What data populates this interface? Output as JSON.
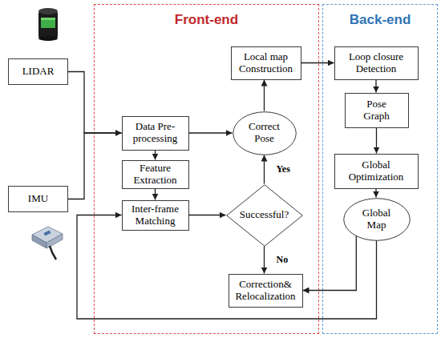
{
  "diagram": {
    "nodes": [
      {
        "text": [
          "LIDAR"
        ]
      },
      {
        "text": [
          "IMU"
        ]
      },
      {
        "text": [
          "Front-end"
        ]
      },
      {
        "text": [
          "Data Pre-processing"
        ],
        "in": 2
      },
      {
        "text": [
          "Feature Extraction"
        ],
        "in": 2
      },
      {
        "text": [
          "Inter-frame Matching"
        ],
        "in": 2
      },
      {
        "text": [
          "Local map Construction"
        ],
        "in": 2
      },
      {
        "text": [
          "Correct Pose"
        ],
        "in": 2
      },
      {
        "text": [
          "Successful?"
        ],
        "in": 2
      },
      {
        "text": [
          "Correction& Relocalization"
        ],
        "in": 2
      },
      {
        "text": [
          "Back-end"
        ]
      },
      {
        "text": [
          "Loop closure Detection"
        ],
        "in": 10
      },
      {
        "text": [
          "Pose Graph"
        ],
        "in": 10
      },
      {
        "text": [
          "Global Optimization"
        ],
        "in": 10
      },
      {
        "text": [
          "Global Map"
        ],
        "in": 10
      }
    ],
    "edges": [
      {
        "from": 0,
        "to": 3,
        "arrow": "to"
      },
      {
        "from": 1,
        "to": 3,
        "arrow": "to"
      },
      {
        "from": 3,
        "to": 4,
        "arrow": "to"
      },
      {
        "from": 4,
        "to": 5,
        "arrow": "to"
      },
      {
        "from": 5,
        "to": 8,
        "arrow": "to"
      },
      {
        "from": 8,
        "to": 7,
        "label": "Yes",
        "arrow": "to"
      },
      {
        "from": 8,
        "to": 9,
        "label": "No",
        "arrow": "to"
      },
      {
        "from": 3,
        "to": 7,
        "arrow": "to"
      },
      {
        "from": 7,
        "to": 6,
        "arrow": "to"
      },
      {
        "from": 6,
        "to": 11,
        "arrow": "to"
      },
      {
        "from": 11,
        "to": 12,
        "arrow": "to"
      },
      {
        "from": 12,
        "to": 13,
        "arrow": "to"
      },
      {
        "from": 13,
        "to": 14,
        "arrow": "to"
      },
      {
        "from": 14,
        "to": 9,
        "arrow": "to"
      },
      {
        "from": 14,
        "to": 5,
        "arrow": "to"
      }
    ]
  }
}
